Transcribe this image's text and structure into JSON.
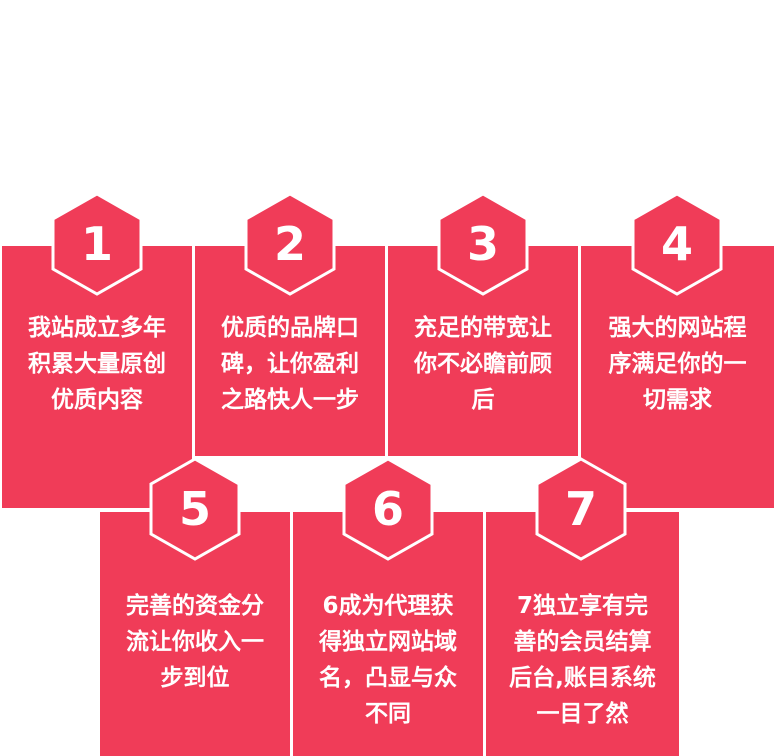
{
  "colors": {
    "card": "#f03c58",
    "hex_fill": "#f03c58",
    "hex_border": "#ffffff",
    "text": "#ffffff",
    "background": "#ffffff"
  },
  "features": [
    {
      "number": "1",
      "text": "我站成立多年积累大量原创优质内容"
    },
    {
      "number": "2",
      "text": "优质的品牌口碑，让你盈利之路快人一步"
    },
    {
      "number": "3",
      "text": "充足的带宽让你不必瞻前顾后"
    },
    {
      "number": "4",
      "text": "强大的网站程序满足你的一切需求"
    },
    {
      "number": "5",
      "text": "完善的资金分流让你收入一步到位"
    },
    {
      "number": "6",
      "text": "6成为代理获得独立网站域名，凸显与众不同"
    },
    {
      "number": "7",
      "text": "7独立享有完善的会员结算后台,账目系统一目了然"
    }
  ]
}
